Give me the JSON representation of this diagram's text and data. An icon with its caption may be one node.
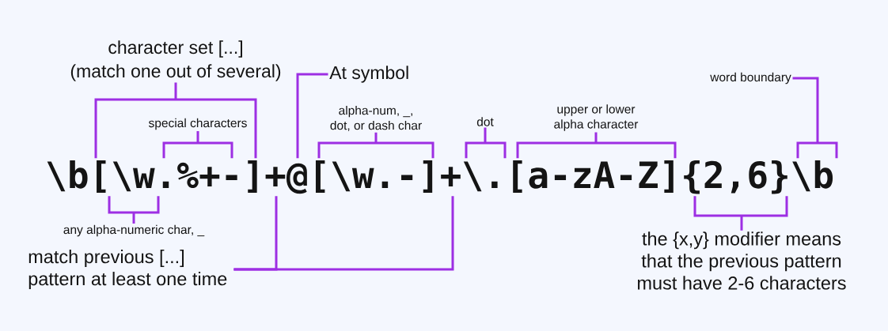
{
  "diagram": {
    "nodes": [
      {
        "text": [
          "character set [...]",
          "(match one out of several)"
        ]
      },
      {
        "text": [
          "At symbol"
        ]
      },
      {
        "text": [
          "word boundary"
        ]
      },
      {
        "text": [
          "special characters"
        ]
      },
      {
        "text": [
          "alpha-num, _, dot, or dash char"
        ]
      },
      {
        "text": [
          "dot"
        ]
      },
      {
        "text": [
          "upper or lower alpha character"
        ]
      },
      {
        "text": [
          "\\b[\\w.%+-]+@[\\w.-]+\\.[a-zA-Z]{2,6}\\b"
        ]
      },
      {
        "text": [
          "any alpha-numeric char, _"
        ]
      },
      {
        "text": [
          "match previous [...] pattern at least one time"
        ]
      },
      {
        "text": [
          "the {x,y} modifier means that the previous pattern must have 2-6 characters"
        ]
      }
    ],
    "edges": [
      {
        "from": 0,
        "to": 7,
        "arrow": "none"
      },
      {
        "from": 1,
        "to": 7,
        "arrow": "none"
      },
      {
        "from": 2,
        "to": 7,
        "arrow": "none"
      },
      {
        "from": 3,
        "to": 7,
        "arrow": "none"
      },
      {
        "from": 4,
        "to": 7,
        "arrow": "none"
      },
      {
        "from": 5,
        "to": 7,
        "arrow": "none"
      },
      {
        "from": 6,
        "to": 7,
        "arrow": "none"
      },
      {
        "from": 8,
        "to": 7,
        "arrow": "none"
      },
      {
        "from": 9,
        "to": 7,
        "arrow": "none"
      },
      {
        "from": 9,
        "to": 7,
        "arrow": "none"
      },
      {
        "from": 10,
        "to": 7,
        "arrow": "none"
      }
    ]
  }
}
